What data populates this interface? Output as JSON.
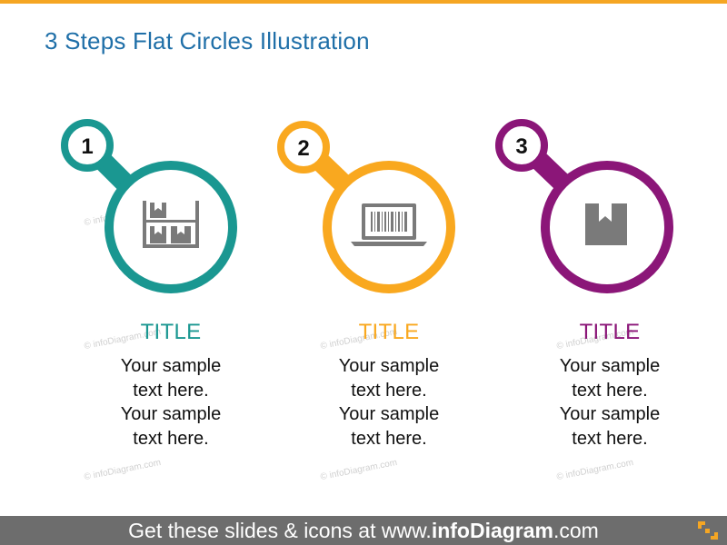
{
  "slide": {
    "title": "3 Steps Flat Circles Illustration"
  },
  "colors": {
    "accent_orange": "#f5a623",
    "step1": "#1a9791",
    "step2": "#f9a81f",
    "step3": "#8b1678",
    "icon_gray": "#7a7a7a",
    "title_blue": "#1f6fa8"
  },
  "steps": [
    {
      "number": "1",
      "title": "TITLE",
      "icon": "warehouse-shelf-icon",
      "lines": [
        "Your sample",
        "text here.",
        "Your sample",
        "text here."
      ]
    },
    {
      "number": "2",
      "title": "TITLE",
      "icon": "laptop-barcode-icon",
      "lines": [
        "Your sample",
        "text here.",
        "Your sample",
        "text here."
      ]
    },
    {
      "number": "3",
      "title": "TITLE",
      "icon": "package-box-icon",
      "lines": [
        "Your sample",
        "text here.",
        "Your sample",
        "text here."
      ]
    }
  ],
  "watermark": "© infoDiagram.com",
  "footer": {
    "prefix": "Get these slides & icons at www.",
    "brand": "infoDiagram",
    "suffix": ".com"
  }
}
